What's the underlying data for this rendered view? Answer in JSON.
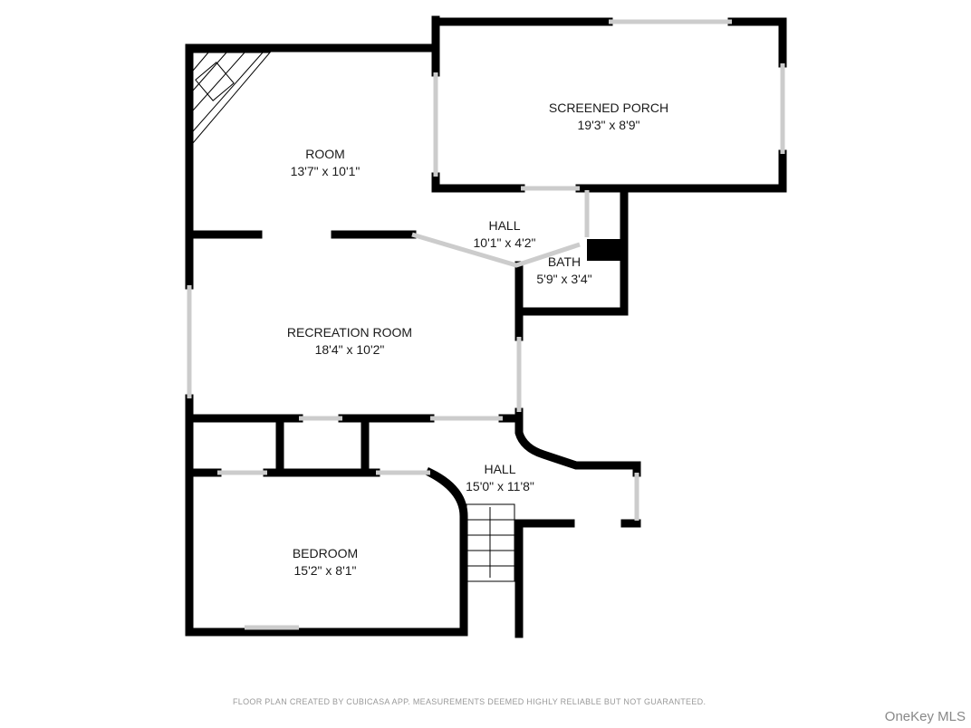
{
  "rooms": [
    {
      "name": "SCREENED PORCH",
      "dims": "19'3\" x 8'9\""
    },
    {
      "name": "ROOM",
      "dims": "13'7\" x 10'1\""
    },
    {
      "name": "HALL",
      "dims": "10'1\" x 4'2\""
    },
    {
      "name": "BATH",
      "dims": "5'9\" x 3'4\""
    },
    {
      "name": "RECREATION ROOM",
      "dims": "18'4\" x 10'2\""
    },
    {
      "name": "HALL",
      "dims": "15'0\" x 11'8\""
    },
    {
      "name": "BEDROOM",
      "dims": "15'2\" x 8'1\""
    }
  ],
  "footer": "FLOOR PLAN CREATED BY CUBICASA APP. MEASUREMENTS DEEMED HIGHLY RELIABLE BUT NOT GUARANTEED.",
  "watermark": "OneKey MLS",
  "colors": {
    "wall": "#000000",
    "window": "#d8d8d8"
  }
}
